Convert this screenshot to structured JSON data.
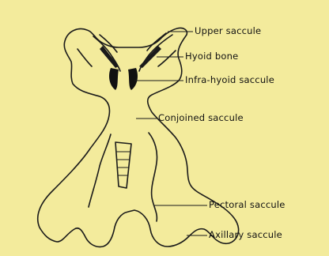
{
  "diagram": {
    "labels": {
      "upper_saccule": "Upper saccule",
      "hyoid_bone": "Hyoid bone",
      "infra_hyoid_saccule": "Infra-hyoid saccule",
      "conjoined_saccule": "Conjoined saccule",
      "pectoral_saccule": "Pectoral saccule",
      "axillary_saccule": "Axillary saccule"
    },
    "colors": {
      "background": "#f3eb9c",
      "outline": "#1a1a1a",
      "bleed_text": "#d2cba0"
    }
  }
}
